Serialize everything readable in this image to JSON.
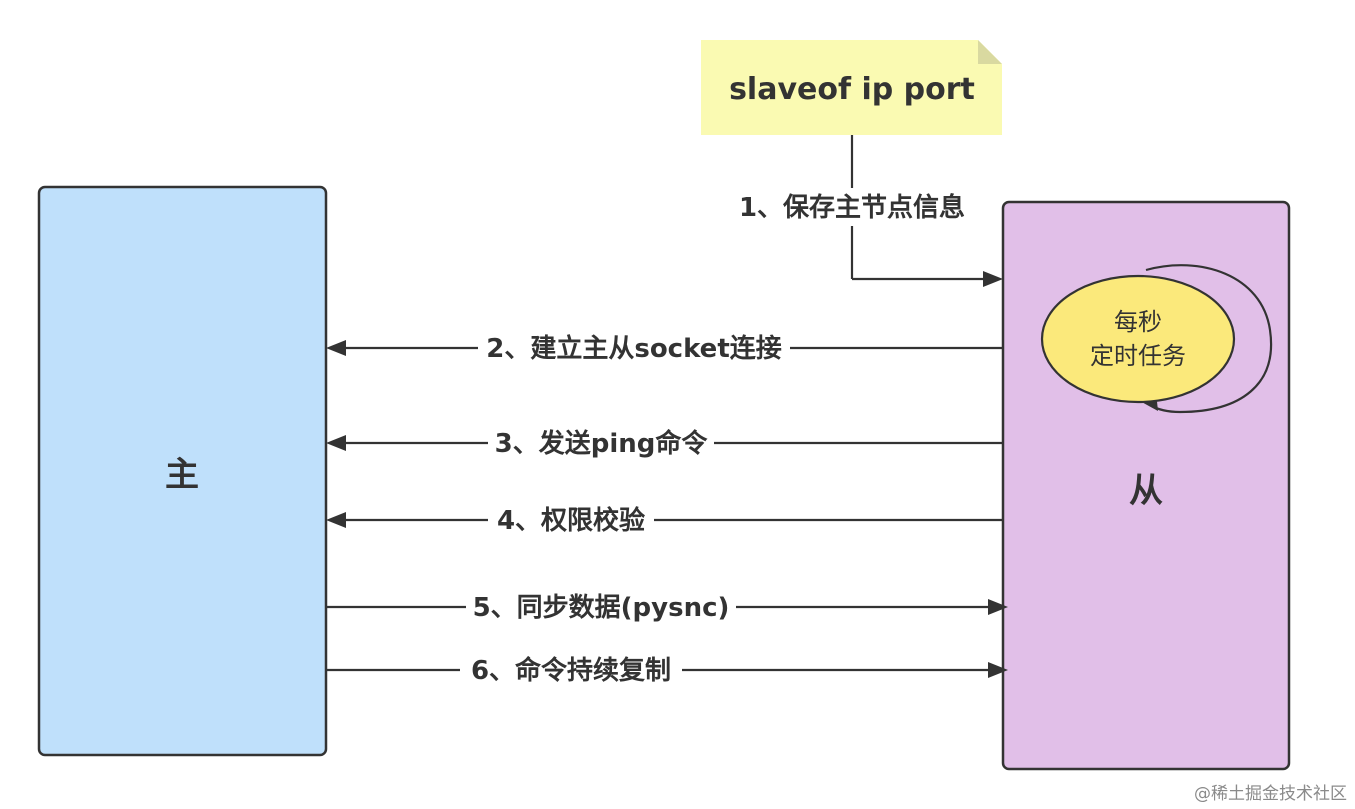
{
  "master": {
    "label": "主",
    "fill": "#bfe0fb"
  },
  "slave": {
    "label": "从",
    "fill": "#e1bfe8"
  },
  "note": {
    "text": "slaveof  ip  port",
    "fill": "#fafab2"
  },
  "timer": {
    "line1": "每秒",
    "line2": "定时任务",
    "fill": "#fbe97b"
  },
  "steps": [
    {
      "label": "1、保存主节点信息",
      "direction": "note-to-slave"
    },
    {
      "label": "2、建立主从socket连接",
      "direction": "slave-to-master"
    },
    {
      "label": "3、发送ping命令",
      "direction": "slave-to-master"
    },
    {
      "label": "4、权限校验",
      "direction": "slave-to-master"
    },
    {
      "label": "5、同步数据(pysnc)",
      "direction": "master-to-slave"
    },
    {
      "label": "6、命令持续复制",
      "direction": "master-to-slave"
    }
  ],
  "watermark": "@稀土掘金技术社区"
}
